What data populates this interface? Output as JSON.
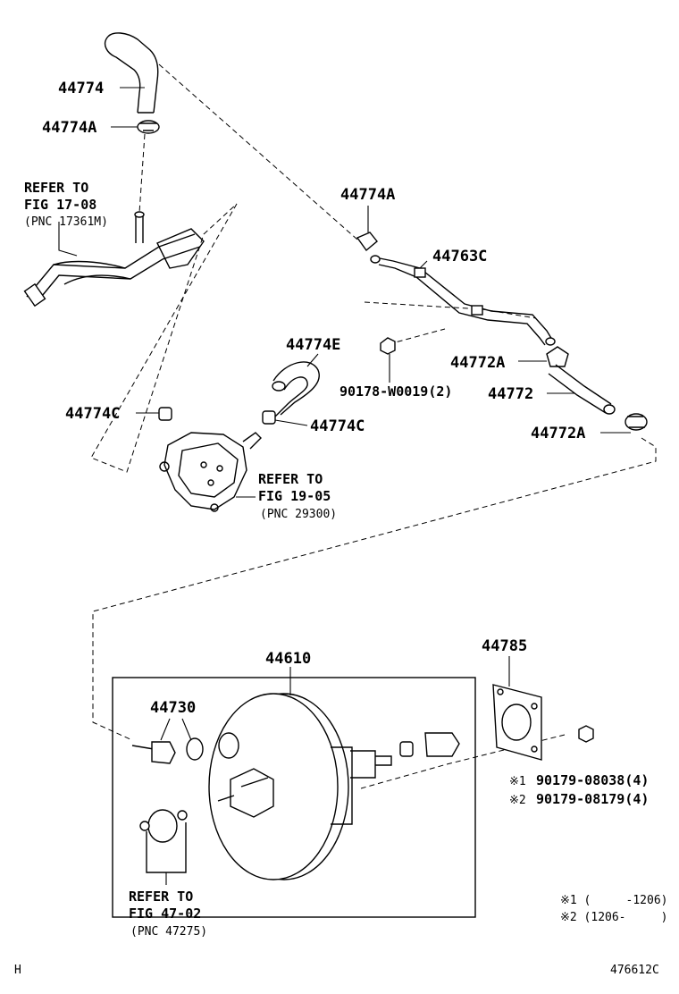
{
  "labels": {
    "p44774": "44774",
    "p44774A_top": "44774A",
    "p44774A_mid": "44774A",
    "p44763C": "44763C",
    "p44774E": "44774E",
    "p44774C_left": "44774C",
    "p44774C_right": "44774C",
    "p90178": "90178-W0019(2)",
    "p44772A_1": "44772A",
    "p44772": "44772",
    "p44772A_2": "44772A",
    "p44610": "44610",
    "p44730": "44730",
    "p44785": "44785",
    "p90179_1_mark": "※1",
    "p90179_1": "90179-08038(4)",
    "p90179_2_mark": "※2",
    "p90179_2": "90179-08179(4)"
  },
  "refs": {
    "ref1": [
      "REFER TO",
      "FIG 17-08",
      "(PNC 17361M)"
    ],
    "ref2": [
      "REFER TO",
      "FIG 19-05",
      "(PNC 29300)"
    ],
    "ref3": [
      "REFER TO",
      "FIG 47-02",
      "(PNC 47275)"
    ]
  },
  "notes": {
    "note1": "※1 (     -1206)",
    "note2": "※2 (1206-     )"
  },
  "corner_left": "H",
  "corner_right": "476612C"
}
